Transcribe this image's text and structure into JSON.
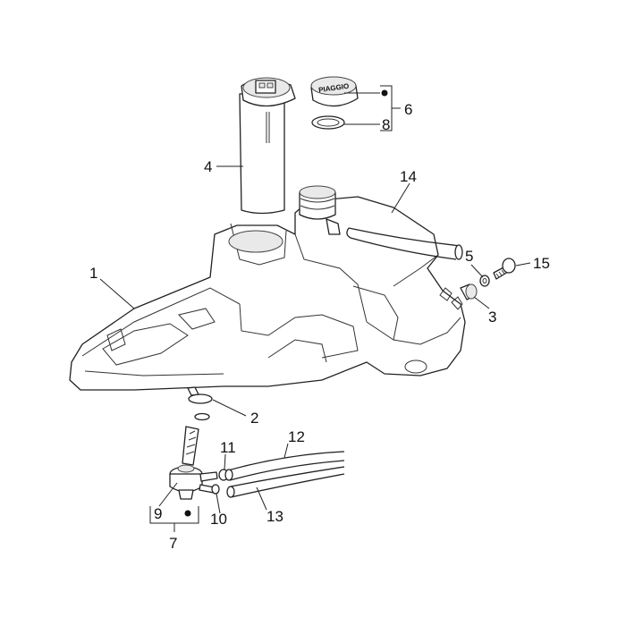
{
  "diagram": {
    "callouts": [
      {
        "id": "c1",
        "label": "1"
      },
      {
        "id": "c2",
        "label": "2"
      },
      {
        "id": "c3",
        "label": "3"
      },
      {
        "id": "c4",
        "label": "4"
      },
      {
        "id": "c5",
        "label": "5"
      },
      {
        "id": "c6",
        "label": "6"
      },
      {
        "id": "c7",
        "label": "7"
      },
      {
        "id": "c8",
        "label": "8"
      },
      {
        "id": "c9",
        "label": "9"
      },
      {
        "id": "c10",
        "label": "10"
      },
      {
        "id": "c11",
        "label": "11"
      },
      {
        "id": "c12",
        "label": "12"
      },
      {
        "id": "c13",
        "label": "13"
      },
      {
        "id": "c14",
        "label": "14"
      },
      {
        "id": "c15",
        "label": "15"
      }
    ],
    "cap_logo_text": "PIAGGIO"
  }
}
